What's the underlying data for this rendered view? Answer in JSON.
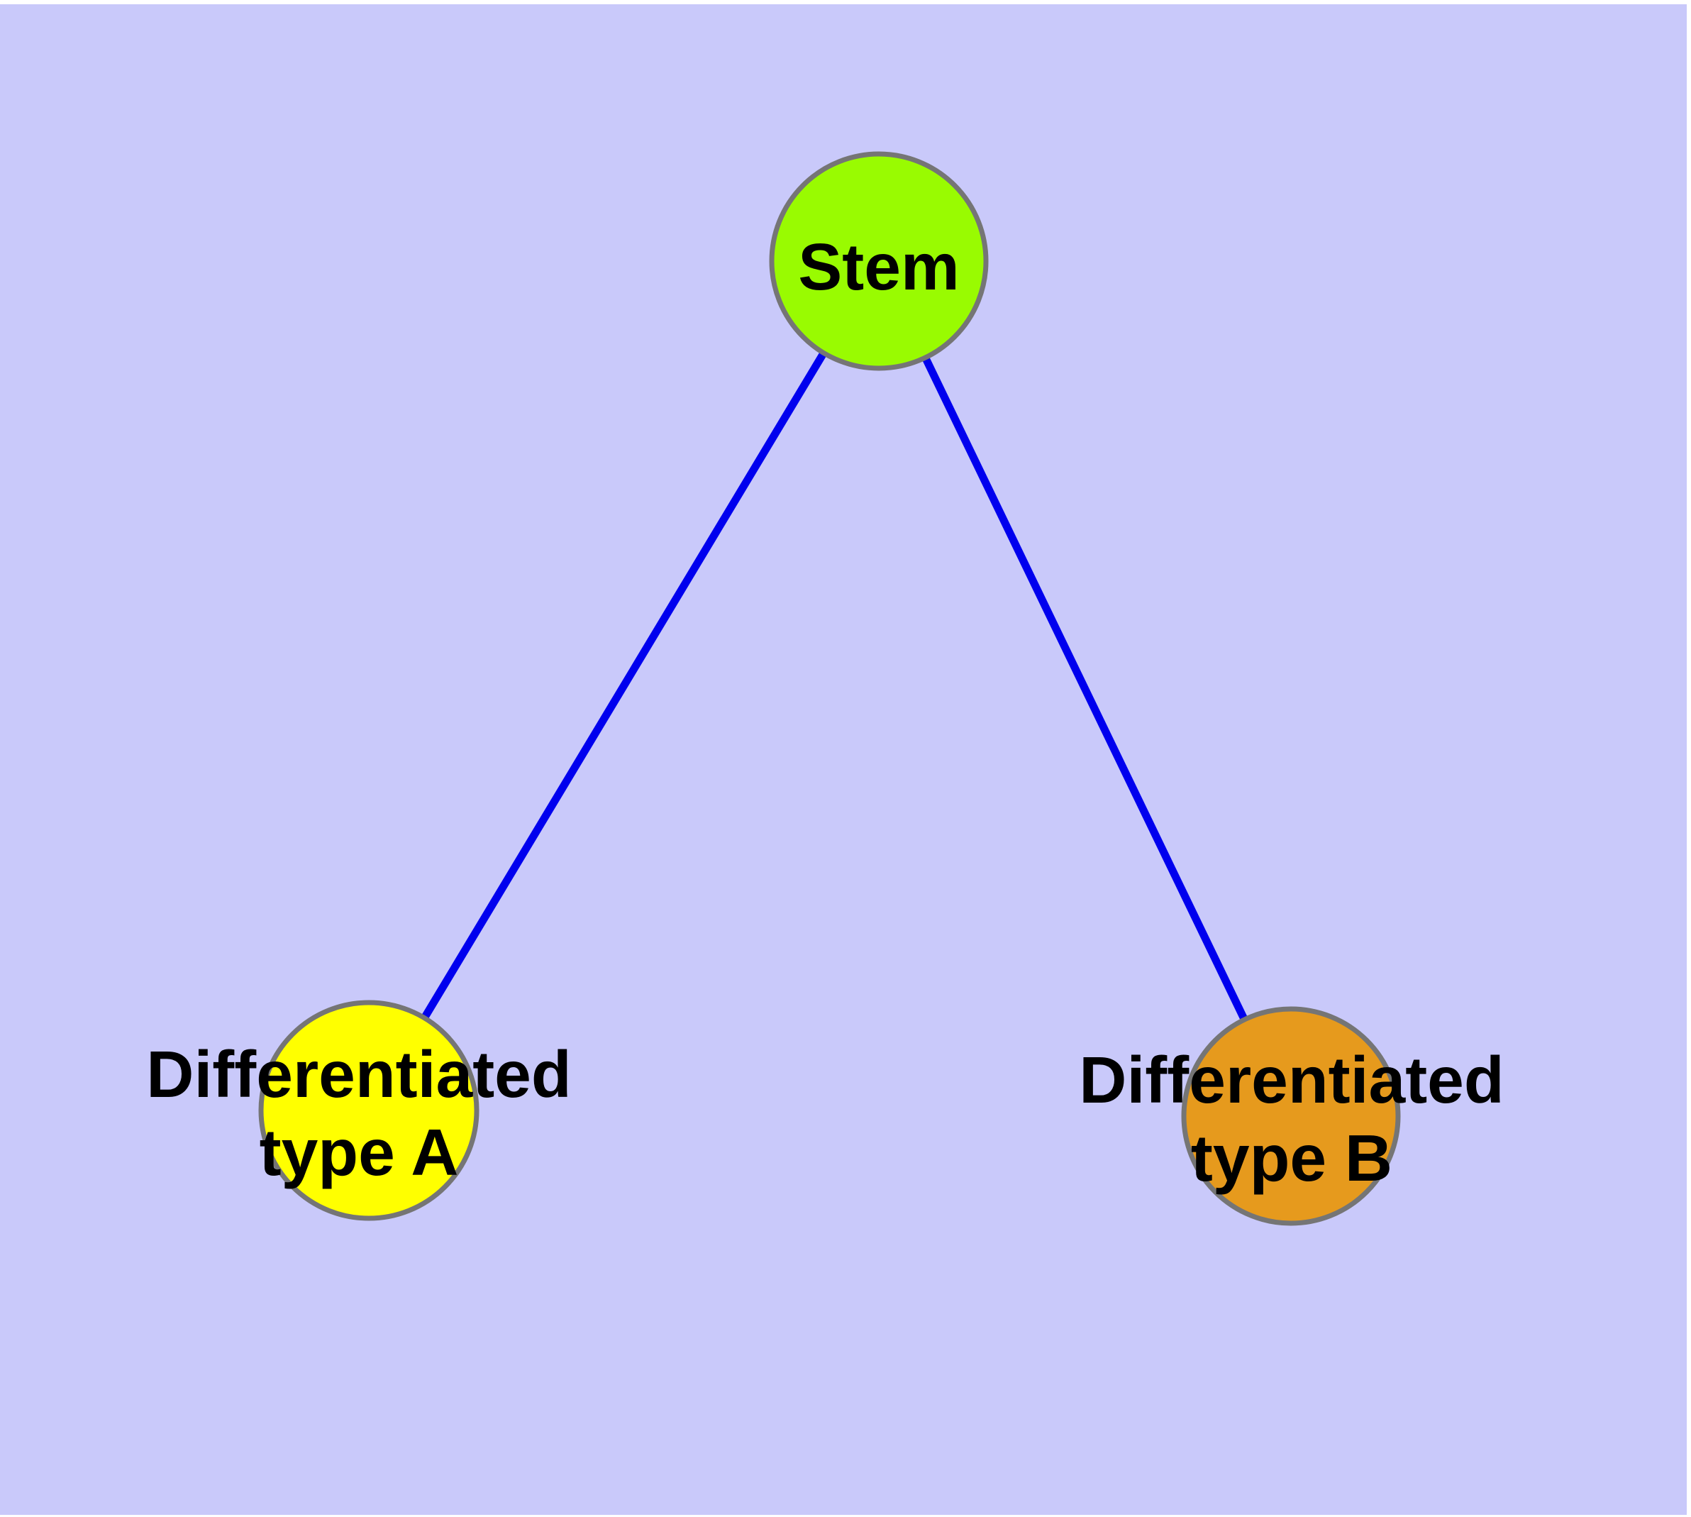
{
  "diagram": {
    "type": "graph",
    "background_color": "#C9C9FA",
    "page_margin_color": "#FFFFFF",
    "edge_color": "#0000EE",
    "node_border_color": "#757575",
    "label_color": "#000000",
    "nodes": [
      {
        "id": "stem",
        "label": "Stem",
        "fill": "#99FB01"
      },
      {
        "id": "differentiated-type-a",
        "label": "Differentiated type A",
        "label_line1": "Differentiated",
        "label_line2": "type A",
        "fill": "#FFFF00"
      },
      {
        "id": "differentiated-type-b",
        "label": "Differentiated type B",
        "label_line1": "Differentiated",
        "label_line2": "type B",
        "fill": "#E69A1D"
      }
    ],
    "edges": [
      {
        "from": "Stem",
        "to": "Differentiated type A"
      },
      {
        "from": "Stem",
        "to": "Differentiated type B"
      }
    ]
  }
}
